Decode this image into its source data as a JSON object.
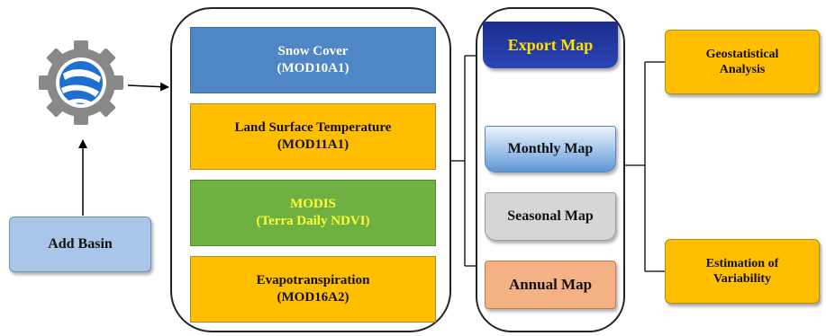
{
  "colors": {
    "blue_box": "#4f86c6",
    "orange_box": "#ffbe00",
    "green_box": "#6fb043",
    "green_text": "#ffff33",
    "export_box": "#1f36a0",
    "export_text": "#ffe000",
    "arrow_blue": "#4472c4",
    "seasonal_box": "#d6d6d6",
    "annual_box": "#f4b183",
    "add_basin_box": "#a9c5e8"
  },
  "logo": {
    "icon": "google-earth-engine-gear-icon"
  },
  "inputs": {
    "add_basin": "Add Basin"
  },
  "datasets": [
    {
      "line1": "Snow Cover",
      "line2": "(MOD10A1)"
    },
    {
      "line1": "Land Surface Temperature",
      "line2": "(MOD11A1)"
    },
    {
      "line1": "MODIS",
      "line2": "(Terra Daily NDVI)"
    },
    {
      "line1": "Evapotranspiration",
      "line2": "(MOD16A2)"
    }
  ],
  "maps": {
    "export": "Export Map",
    "monthly": "Monthly Map",
    "seasonal": "Seasonal Map",
    "annual": "Annual Map"
  },
  "outputs": [
    {
      "line1": "Geostatistical",
      "line2": "Analysis"
    },
    {
      "line1": "Estimation of",
      "line2": "Variability"
    }
  ]
}
